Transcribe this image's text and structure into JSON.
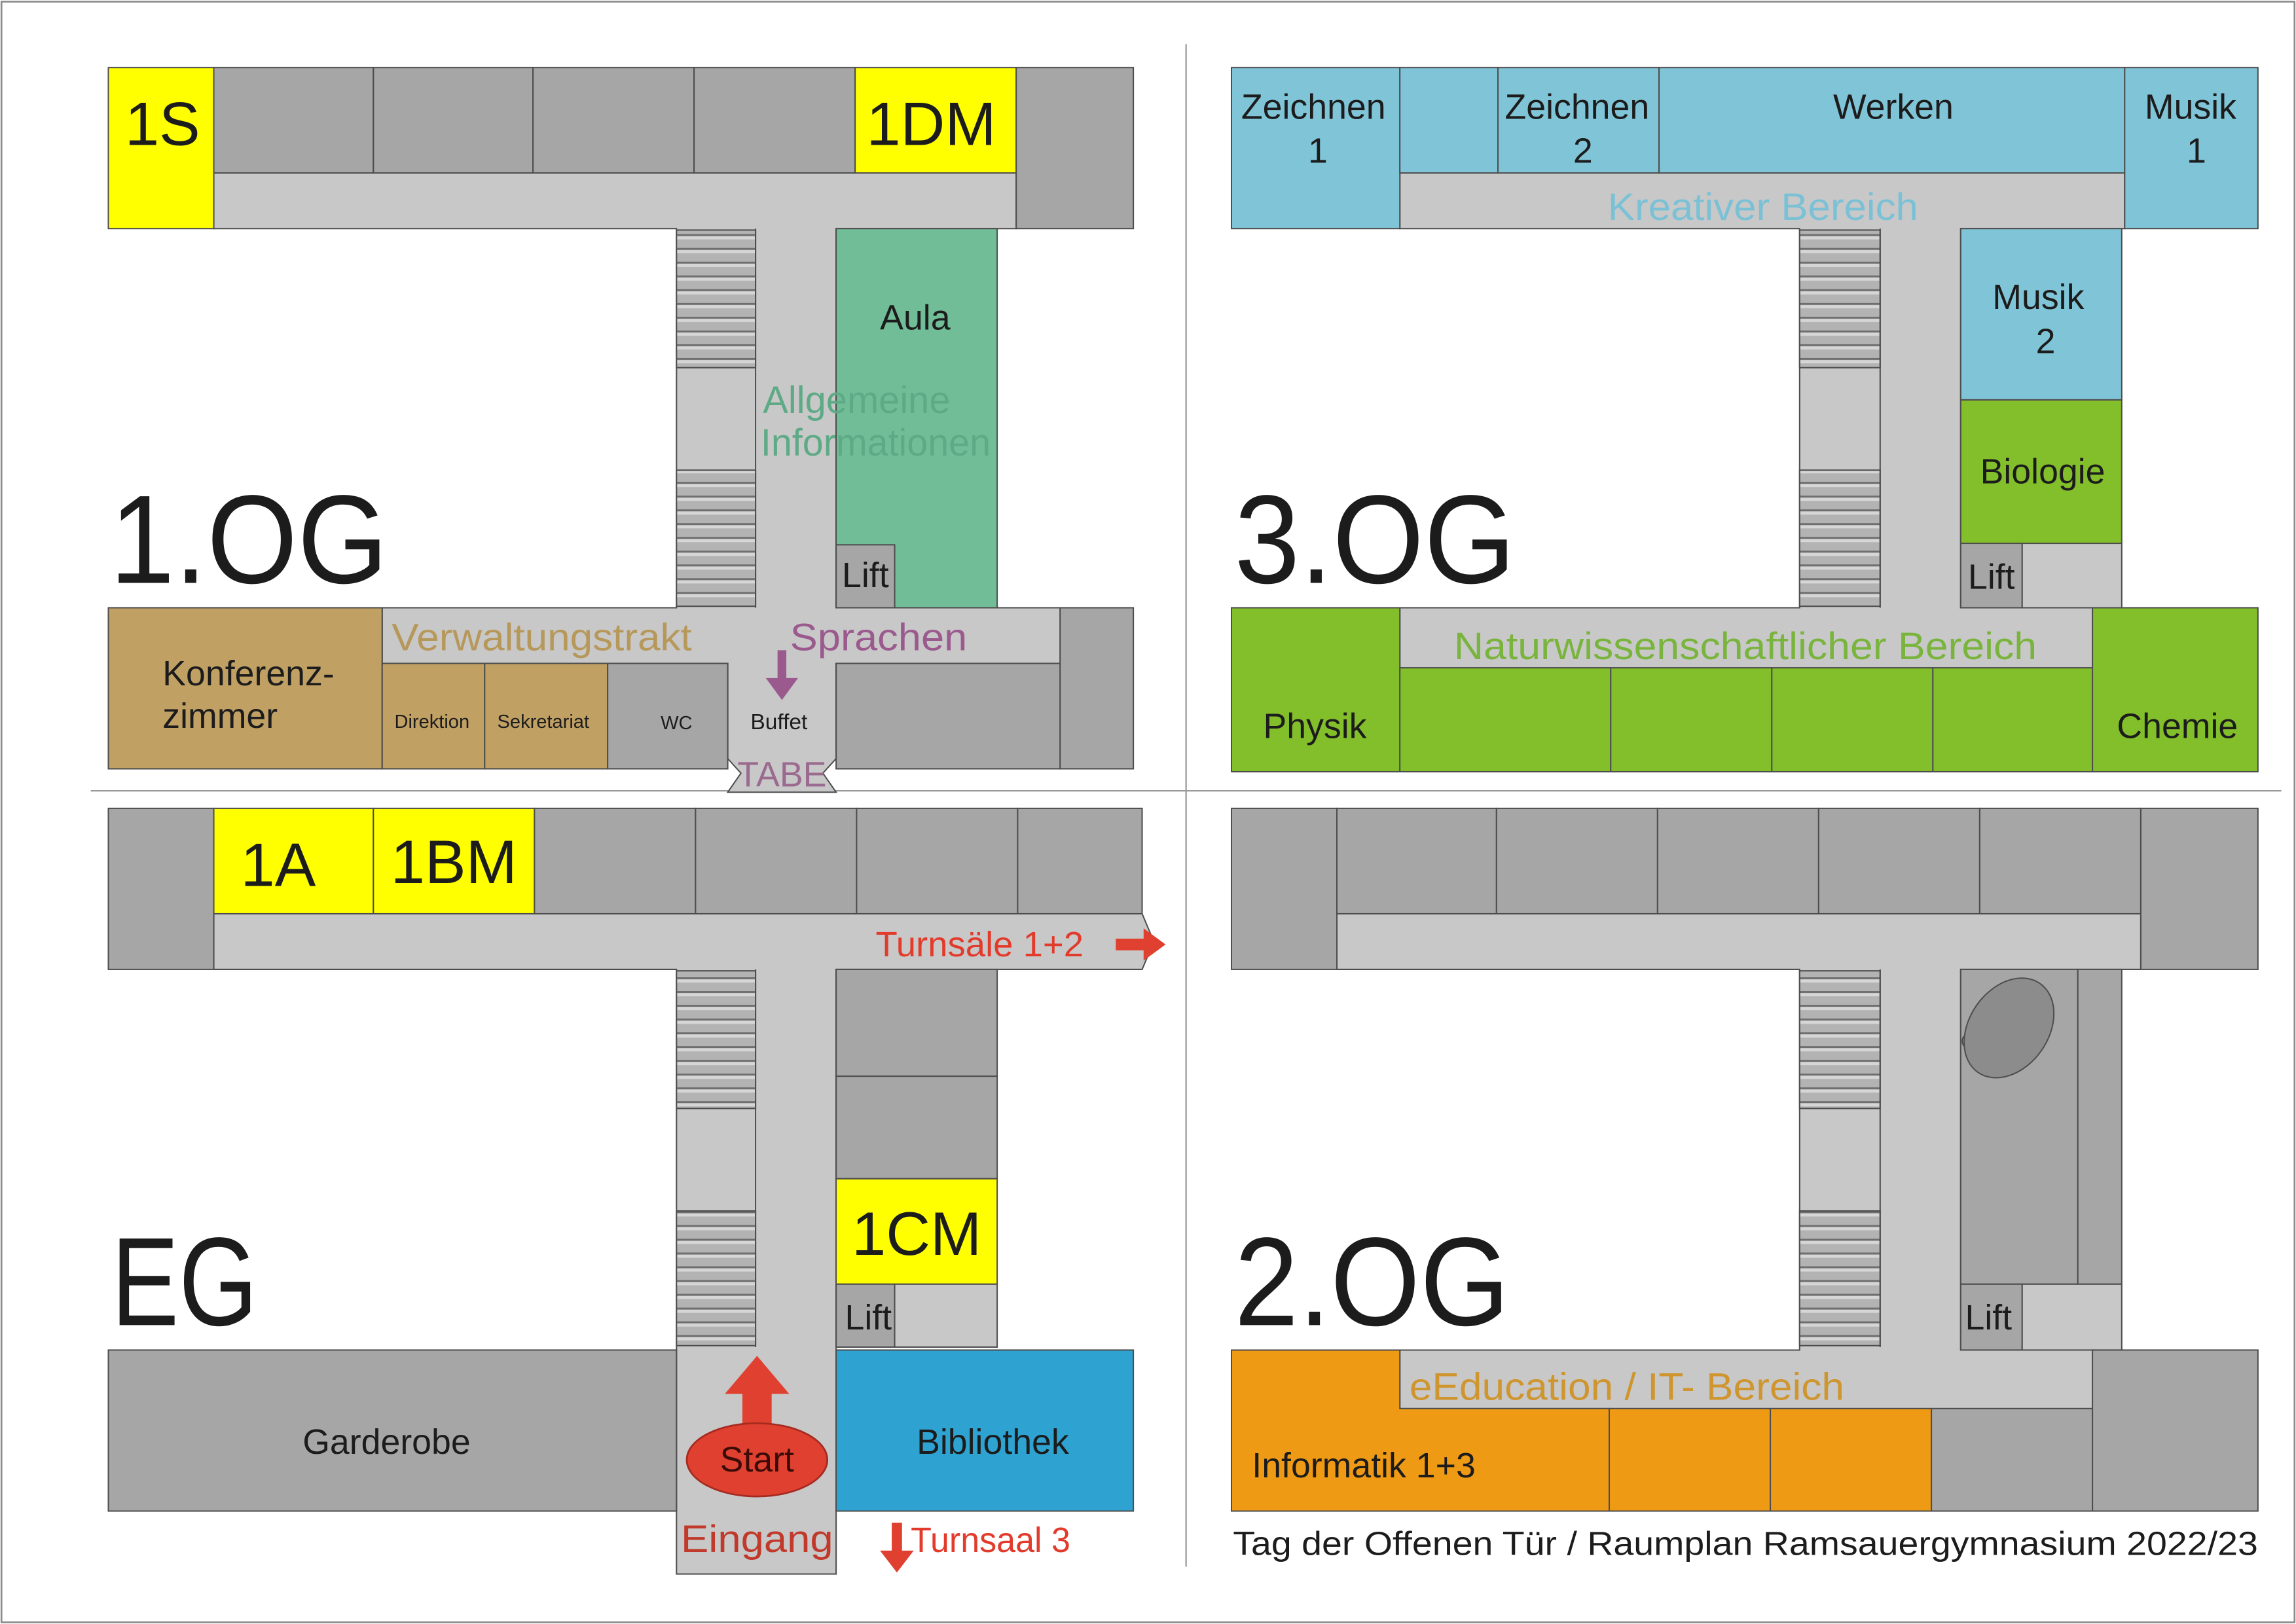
{
  "colors": {
    "yellow": "#ffff00",
    "room_gray": "#a6a6a6",
    "corridor_gray": "#c8c8c8",
    "creative_blue": "#80c4d7",
    "science_green": "#82bf2a",
    "it_orange": "#ef9a15",
    "admin_brown": "#c1a064",
    "aula_green": "#71bd98",
    "library_blue": "#2ea2d1",
    "start_red": "#e0402f",
    "direction_red": "#e23b2b",
    "entrance_red": "#c0392b",
    "language_purple": "#9b5a8e",
    "tabe_label_mauve": "#9a6b8f",
    "info_label_green": "#5eaa86",
    "admin_label_brown": "#b7985b",
    "science_label_green": "#79b43c",
    "creative_label_blue": "#7bc1d6",
    "it_label_orange": "#cf952e"
  },
  "floors": {
    "og1": {
      "label": "1.OG",
      "class_1s": "1S",
      "class_1dm": "1DM",
      "aula": "Aula",
      "area_info": [
        "Allgemeine",
        "Informationen"
      ],
      "lift": "Lift",
      "area_admin": "Verwaltungstrakt",
      "area_languages": "Sprachen",
      "conference": [
        "Konferenz-",
        "zimmer"
      ],
      "direction": "Direktion",
      "secretariat": "Sekretariat",
      "wc": "WC",
      "buffet": "Buffet",
      "tabe": "TABE"
    },
    "og3": {
      "label": "3.OG",
      "drawing_1": [
        "Zeichnen",
        "1"
      ],
      "drawing_2": [
        "Zeichnen",
        "2"
      ],
      "crafts": "Werken",
      "music_1": [
        "Musik",
        "1"
      ],
      "area_creative": "Kreativer Bereich",
      "music_2": [
        "Musik",
        "2"
      ],
      "biology": "Biologie",
      "lift": "Lift",
      "area_science": "Naturwissenschaftlicher Bereich",
      "physics": "Physik",
      "chemistry": "Chemie"
    },
    "eg": {
      "label": "EG",
      "class_1a": "1A",
      "class_1bm": "1BM",
      "gyms_1_2": "Turnsäle 1+2",
      "class_1cm": "1CM",
      "lift": "Lift",
      "cloakroom": "Garderobe",
      "library": "Bibliothek",
      "start": "Start",
      "entrance": "Eingang",
      "gym_3": "Turnsaal 3"
    },
    "og2": {
      "label": "2.OG",
      "lift": "Lift",
      "area_it": "eEducation / IT- Bereich",
      "informatics": "Informatik 1+3"
    }
  },
  "footer": "Tag der Offenen Tür / Raumplan Ramsauergymnasium 2022/23"
}
